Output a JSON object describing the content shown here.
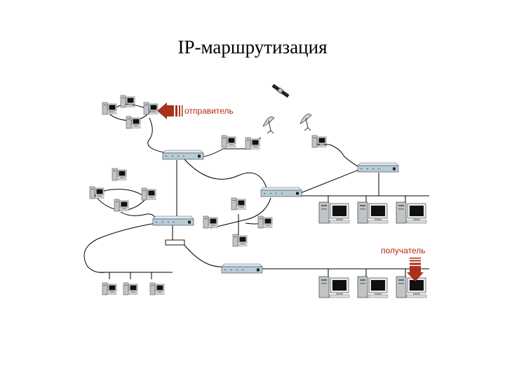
{
  "slide": {
    "title": "IP-маршрутизация"
  },
  "labels": {
    "sender": "отправитель",
    "receiver": "получатель"
  },
  "colors": {
    "arrow": "#a8321c",
    "label": "#b32a10",
    "router": "#b7cdd6",
    "line": "#000000"
  },
  "icons": [
    "router-icon",
    "workstation-icon",
    "satellite-dish-icon",
    "satellite-icon",
    "arrow-icon"
  ]
}
